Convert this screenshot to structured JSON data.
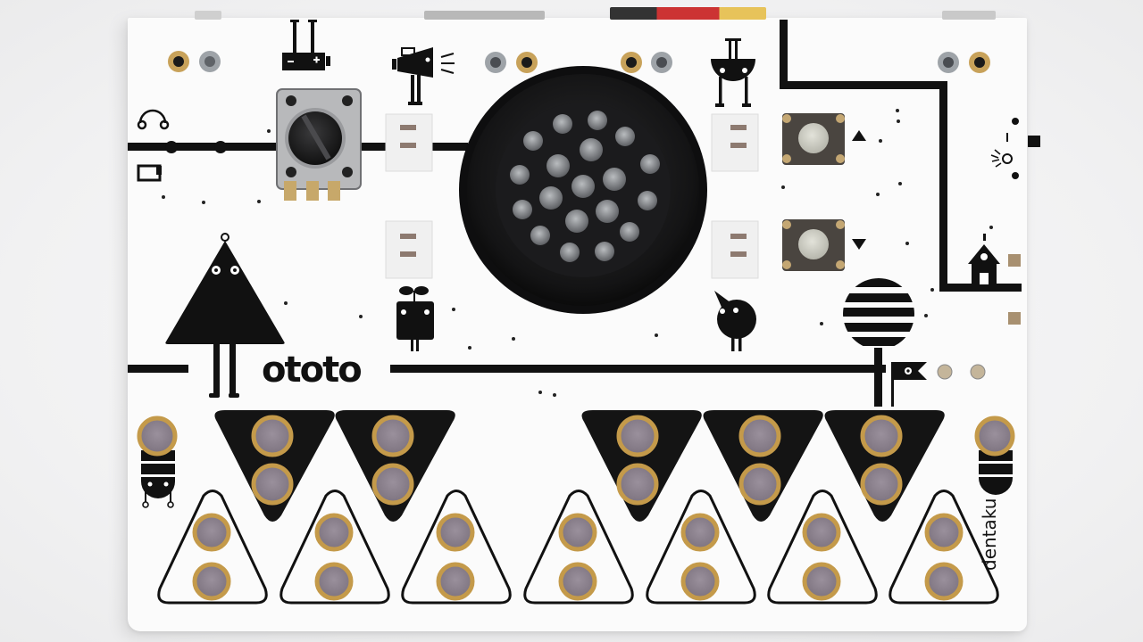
{
  "photo": {
    "subject": "ototo synthesizer circuit board",
    "logo_text": "ototo",
    "brand_text": "dentaku",
    "colors": {
      "board": "#fbfbfb",
      "silkscreen": "#111111",
      "gold_pad": "#c49a4a",
      "pad_center": "#8d8490",
      "speaker": "#1a1a1a",
      "button_cap": "#cfcfc6"
    },
    "icons": [
      "headphones-icon",
      "battery-icon",
      "megaphone-speaker-icon",
      "jack-creature-icon",
      "up-triangle-icon",
      "down-triangle-icon",
      "light-sensor-icon",
      "house-icon",
      "triangle-creature-icon",
      "sprout-box-creature-icon",
      "bird-creature-icon",
      "striped-tree-icon",
      "flag-icon",
      "bug-creature-icon"
    ],
    "components": {
      "potentiometer": "rotary knob",
      "speaker": "round speaker grille",
      "buttons": [
        "up button",
        "down button"
      ],
      "touch_keys_top_count": 5,
      "touch_keys_bottom_count": 7
    }
  }
}
